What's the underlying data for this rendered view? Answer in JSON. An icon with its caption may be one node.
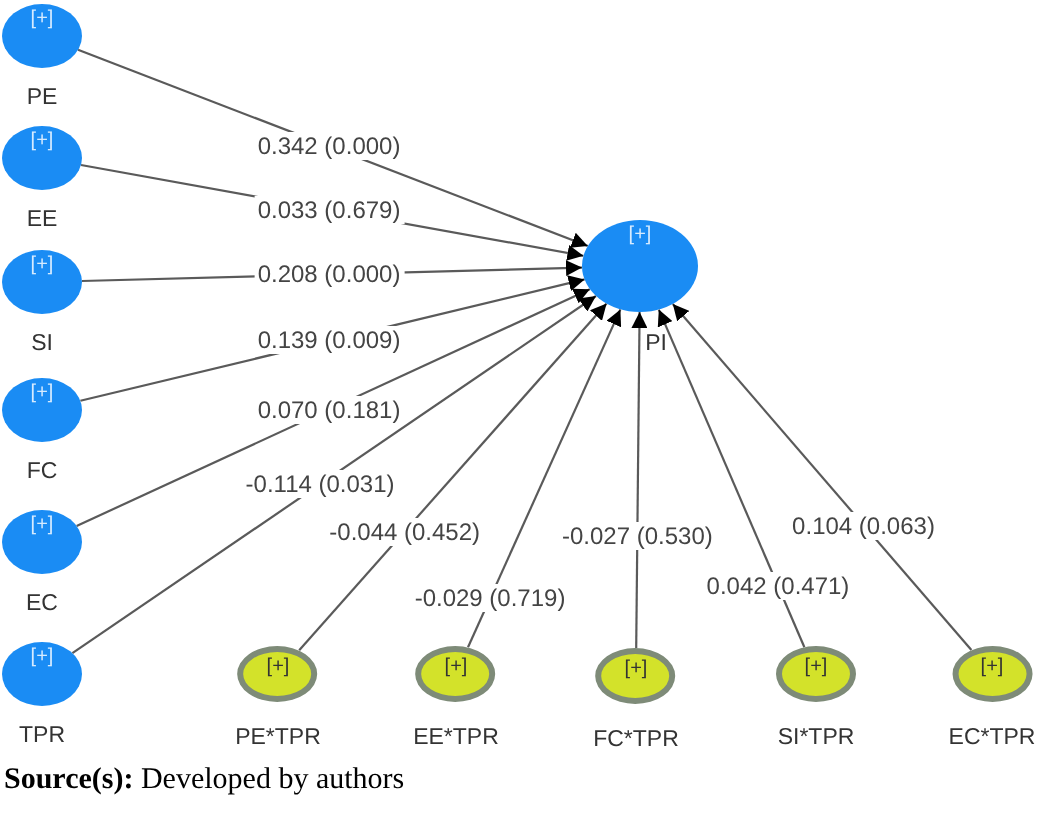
{
  "diagram": {
    "caption": "**Source(s):** Developed by authors",
    "nodes": [
      {
        "text": [
          "[+]",
          "PE"
        ]
      },
      {
        "text": [
          "[+]",
          "EE"
        ]
      },
      {
        "text": [
          "[+]",
          "SI"
        ]
      },
      {
        "text": [
          "[+]",
          "FC"
        ]
      },
      {
        "text": [
          "[+]",
          "EC"
        ]
      },
      {
        "text": [
          "[+]",
          "TPR"
        ]
      },
      {
        "text": [
          "[+]",
          "PI"
        ]
      },
      {
        "text": [
          "[+]",
          "PE*TPR"
        ]
      },
      {
        "text": [
          "[+]",
          "EE*TPR"
        ]
      },
      {
        "text": [
          "[+]",
          "FC*TPR"
        ]
      },
      {
        "text": [
          "[+]",
          "SI*TPR"
        ]
      },
      {
        "text": [
          "[+]",
          "EC*TPR"
        ]
      }
    ],
    "edges": [
      {
        "from": 0,
        "to": 6,
        "arrow": "to",
        "label": "0.342 (0.000)"
      },
      {
        "from": 1,
        "to": 6,
        "arrow": "to",
        "label": "0.033 (0.679)"
      },
      {
        "from": 2,
        "to": 6,
        "arrow": "to",
        "label": "0.208 (0.000)"
      },
      {
        "from": 3,
        "to": 6,
        "arrow": "to",
        "label": "0.139 (0.009)"
      },
      {
        "from": 4,
        "to": 6,
        "arrow": "to",
        "label": "0.070 (0.181)"
      },
      {
        "from": 5,
        "to": 6,
        "arrow": "to",
        "label": "-0.114 (0.031)"
      },
      {
        "from": 7,
        "to": 6,
        "arrow": "to",
        "label": "-0.044 (0.452)"
      },
      {
        "from": 8,
        "to": 6,
        "arrow": "to",
        "label": "-0.029 (0.719)"
      },
      {
        "from": 9,
        "to": 6,
        "arrow": "to",
        "label": "-0.027 (0.530)"
      },
      {
        "from": 10,
        "to": 6,
        "arrow": "to",
        "label": "0.042 (0.471)"
      },
      {
        "from": 11,
        "to": 6,
        "arrow": "to",
        "label": "0.104 (0.063)"
      }
    ]
  }
}
